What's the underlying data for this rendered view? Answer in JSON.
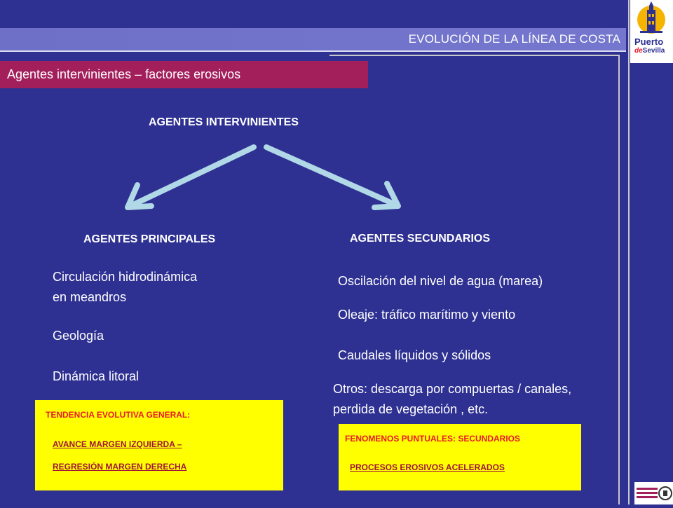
{
  "header": {
    "title": "EVOLUCIÓN DE LA LÍNEA DE COSTA"
  },
  "subtitle": "Agentes intervinientes – factores erosivos",
  "logo": {
    "line1": "Puerto",
    "line2_de": "de",
    "line2_rest": "Sevilla"
  },
  "main_heading": "AGENTES INTERVINIENTES",
  "principales": {
    "heading": "AGENTES PRINCIPALES",
    "items": [
      "Circulación hidrodinámica",
      "en meandros",
      "Geología",
      "Dinámica litoral"
    ]
  },
  "secundarios": {
    "heading": "AGENTES SECUNDARIOS",
    "items": [
      "Oscilación del nivel de agua (marea)",
      "Oleaje: tráfico marítimo y viento",
      "Caudales líquidos y sólidos",
      "Otros: descarga por compuertas / canales,",
      "perdida de vegetación , etc."
    ]
  },
  "tendencia_box": {
    "title": "TENDENCIA EVOLUTIVA GENERAL:",
    "line1": "AVANCE MARGEN IZQUIERDA –",
    "line2": "REGRESIÓN MARGEN DERECHA"
  },
  "fenomenos_box": {
    "title": "FENOMENOS PUNTUALES: SECUNDARIOS",
    "line1": "PROCESOS EROSIVOS ACELERADOS"
  },
  "colors": {
    "background": "#2E3192",
    "header_bar": "#7577CF",
    "subtitle_bar": "#A21F5C",
    "box_yellow": "#FFFF00",
    "box_text": "#E8192C",
    "arrow": "#ADD8E6"
  }
}
